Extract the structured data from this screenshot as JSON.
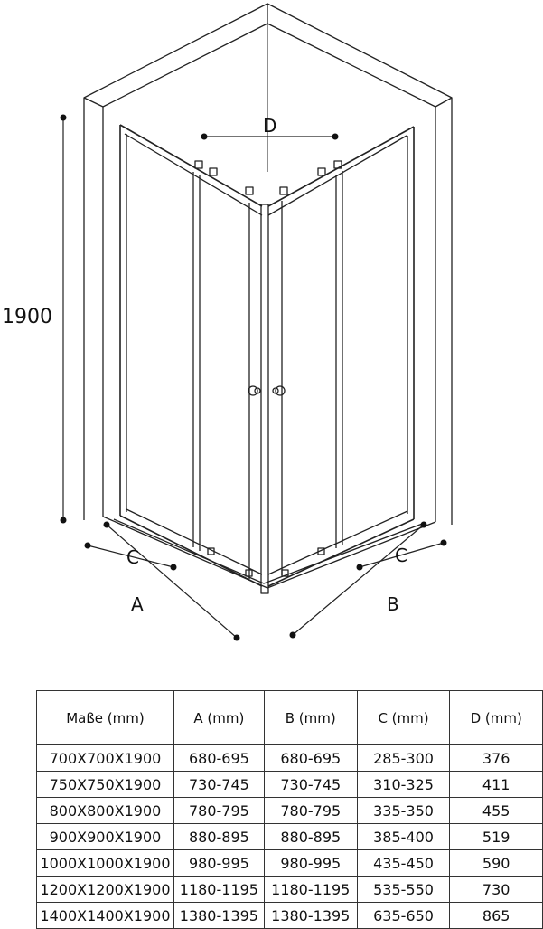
{
  "drawing": {
    "height_label": "1900",
    "label_a": "A",
    "label_b": "B",
    "label_c_left": "C",
    "label_c_right": "C",
    "label_d": "D"
  },
  "table": {
    "headers": [
      "Maße (mm)",
      "A (mm)",
      "B (mm)",
      "C (mm)",
      "D (mm)"
    ],
    "rows": [
      [
        "700X700X1900",
        "680-695",
        "680-695",
        "285-300",
        "376"
      ],
      [
        "750X750X1900",
        "730-745",
        "730-745",
        "310-325",
        "411"
      ],
      [
        "800X800X1900",
        "780-795",
        "780-795",
        "335-350",
        "455"
      ],
      [
        "900X900X1900",
        "880-895",
        "880-895",
        "385-400",
        "519"
      ],
      [
        "1000X1000X1900",
        "980-995",
        "980-995",
        "435-450",
        "590"
      ],
      [
        "1200X1200X1900",
        "1180-1195",
        "1180-1195",
        "535-550",
        "730"
      ],
      [
        "1400X1400X1900",
        "1380-1395",
        "1380-1395",
        "635-650",
        "865"
      ]
    ]
  }
}
